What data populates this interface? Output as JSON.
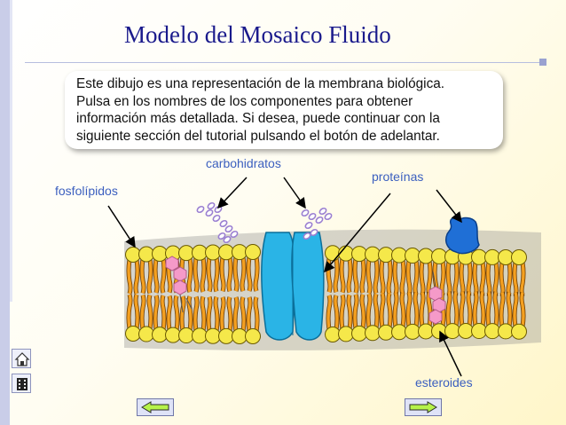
{
  "title": "Modelo del Mosaico Fluido",
  "info_lines": [
    "Este dibujo es una representación de la membrana biológica.",
    "Pulsa en los nombres de los componentes para obtener",
    "información más detallada. Si desea, puede continuar con la",
    "siguiente sección del tutorial pulsando el botón de adelantar."
  ],
  "labels": {
    "carbohidratos": "carbohidratos",
    "proteinas": "proteínas",
    "fosfolipidos": "fosfolípidos",
    "esteroides": "esteroides"
  },
  "icons": {
    "home": "home-icon",
    "film": "film-icon",
    "back": "back-arrow-icon",
    "forward": "forward-arrow-icon"
  },
  "colors": {
    "title": "#1a1a8c",
    "label": "#3b5fbf",
    "lipid_head": "#f5e84a",
    "lipid_tail": "#f4a020",
    "protein": "#2ab4e6",
    "peripheral_protein": "#1f6fd6",
    "carbohydrate": "#9a7fd1",
    "steroid": "#f59ac8"
  }
}
